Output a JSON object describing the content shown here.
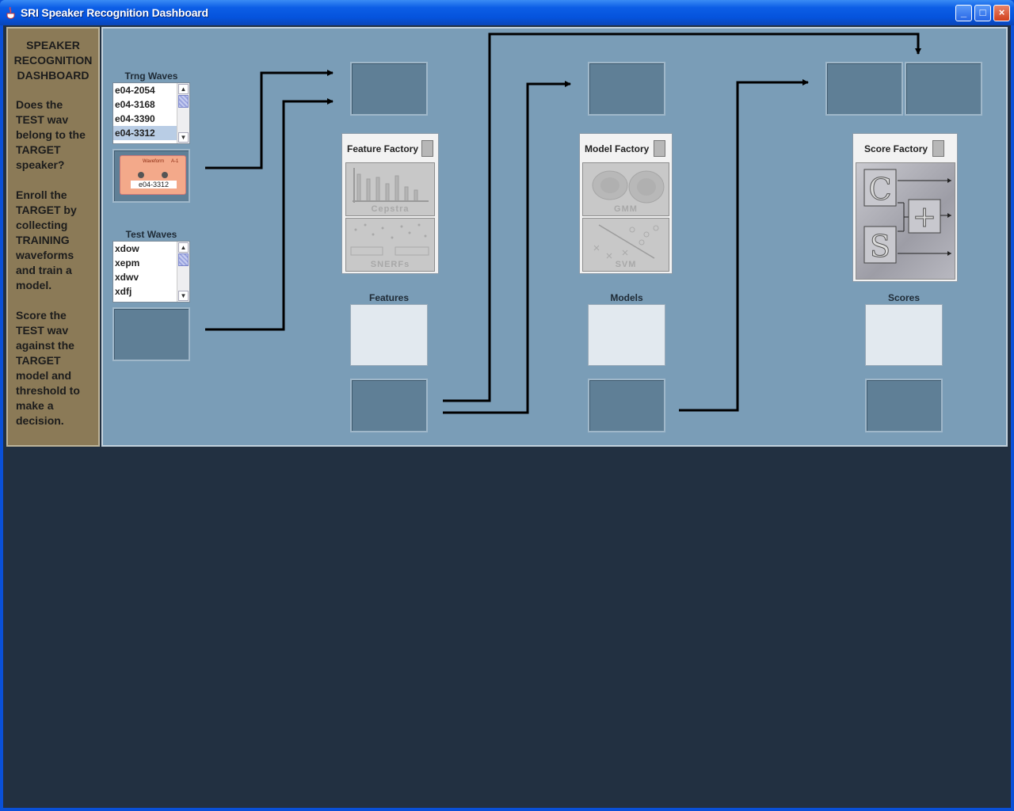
{
  "window": {
    "title": "SRI Speaker Recognition Dashboard",
    "controls": {
      "minimize": "_",
      "maximize": "□",
      "close": "×"
    }
  },
  "sidebar": {
    "heading": [
      "SPEAKER",
      "RECOGNITION",
      "DASHBOARD"
    ],
    "paragraph1": [
      "Does the",
      "TEST wav",
      "belong to the",
      "TARGET",
      "speaker?"
    ],
    "paragraph2": [
      "Enroll the",
      "TARGET by",
      "collecting",
      "TRAINING",
      "waveforms",
      "and train a",
      "model."
    ],
    "paragraph3": [
      "Score the",
      "TEST wav",
      "against the",
      "TARGET",
      "model and",
      "threshold to",
      "make a",
      "decision."
    ]
  },
  "training": {
    "label": "Trng Waves",
    "items": [
      "e04-2054",
      "e04-3168",
      "e04-3390",
      "e04-3312"
    ],
    "selected_index": 3,
    "cassette": {
      "brand": "Waveform",
      "side": "A-1",
      "label": "e04-3312"
    }
  },
  "test": {
    "label": "Test Waves",
    "items": [
      "xdow",
      "xepm",
      "xdwv",
      "xdfj"
    ]
  },
  "factories": {
    "feature": {
      "title": "Feature Factory",
      "tiles": [
        "Cepstra",
        "SNERFs"
      ]
    },
    "model": {
      "title": "Model Factory",
      "tiles": [
        "GMM",
        "SVM"
      ]
    },
    "score": {
      "title": "Score Factory",
      "letters": [
        "C",
        "+",
        "S"
      ]
    }
  },
  "outputs": {
    "features": "Features",
    "models": "Models",
    "scores": "Scores"
  },
  "colors": {
    "sidebar_bg": "#8b7a57",
    "main_bg": "#7a9db7",
    "slot": "#5f7f96",
    "lower_bg": "#223041",
    "titlebar": "#0553dc"
  }
}
